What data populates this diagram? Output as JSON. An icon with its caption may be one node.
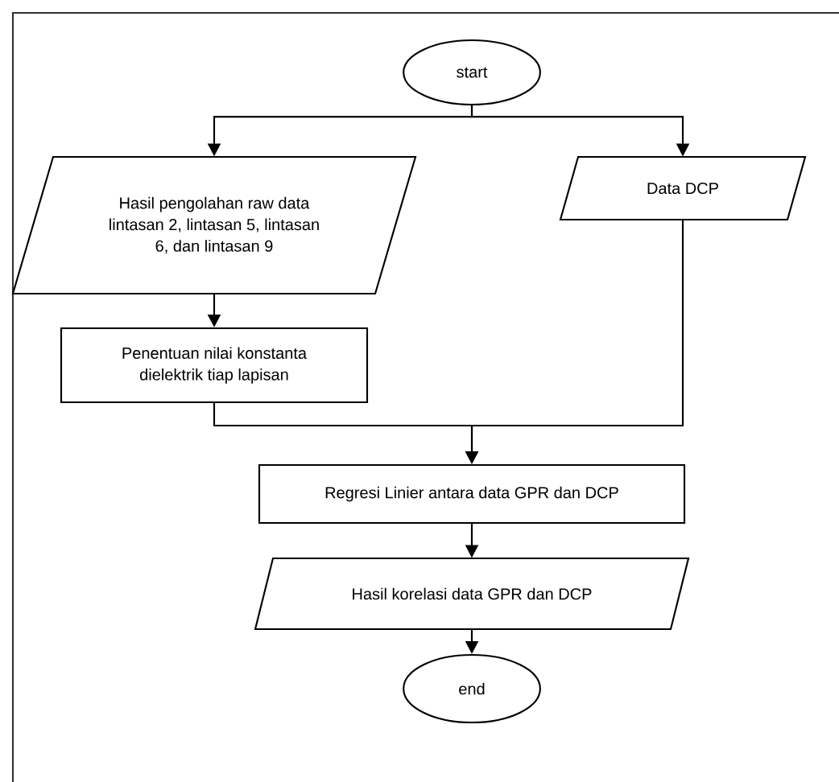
{
  "diagram": {
    "nodes": [
      {
        "text": [
          "start"
        ]
      },
      {
        "text": [
          "Hasil pengolahan raw data lintasan 2, lintasan 5, lintasan 6, dan lintasan 9"
        ]
      },
      {
        "text": [
          "Data DCP"
        ]
      },
      {
        "text": [
          "Penentuan nilai konstanta dielektrik tiap lapisan"
        ]
      },
      {
        "text": [
          "Regresi Linier antara data GPR dan DCP"
        ]
      },
      {
        "text": [
          "Hasil korelasi data GPR dan DCP"
        ]
      },
      {
        "text": [
          "end"
        ]
      }
    ],
    "edges": [
      {
        "from": 0,
        "to": 1,
        "arrow": "to"
      },
      {
        "from": 0,
        "to": 2,
        "arrow": "to"
      },
      {
        "from": 1,
        "to": 3,
        "arrow": "to"
      },
      {
        "from": 3,
        "to": 4,
        "arrow": "to"
      },
      {
        "from": 2,
        "to": 4,
        "arrow": "to"
      },
      {
        "from": 4,
        "to": 5,
        "arrow": "to"
      },
      {
        "from": 5,
        "to": 6,
        "arrow": "to"
      }
    ]
  }
}
